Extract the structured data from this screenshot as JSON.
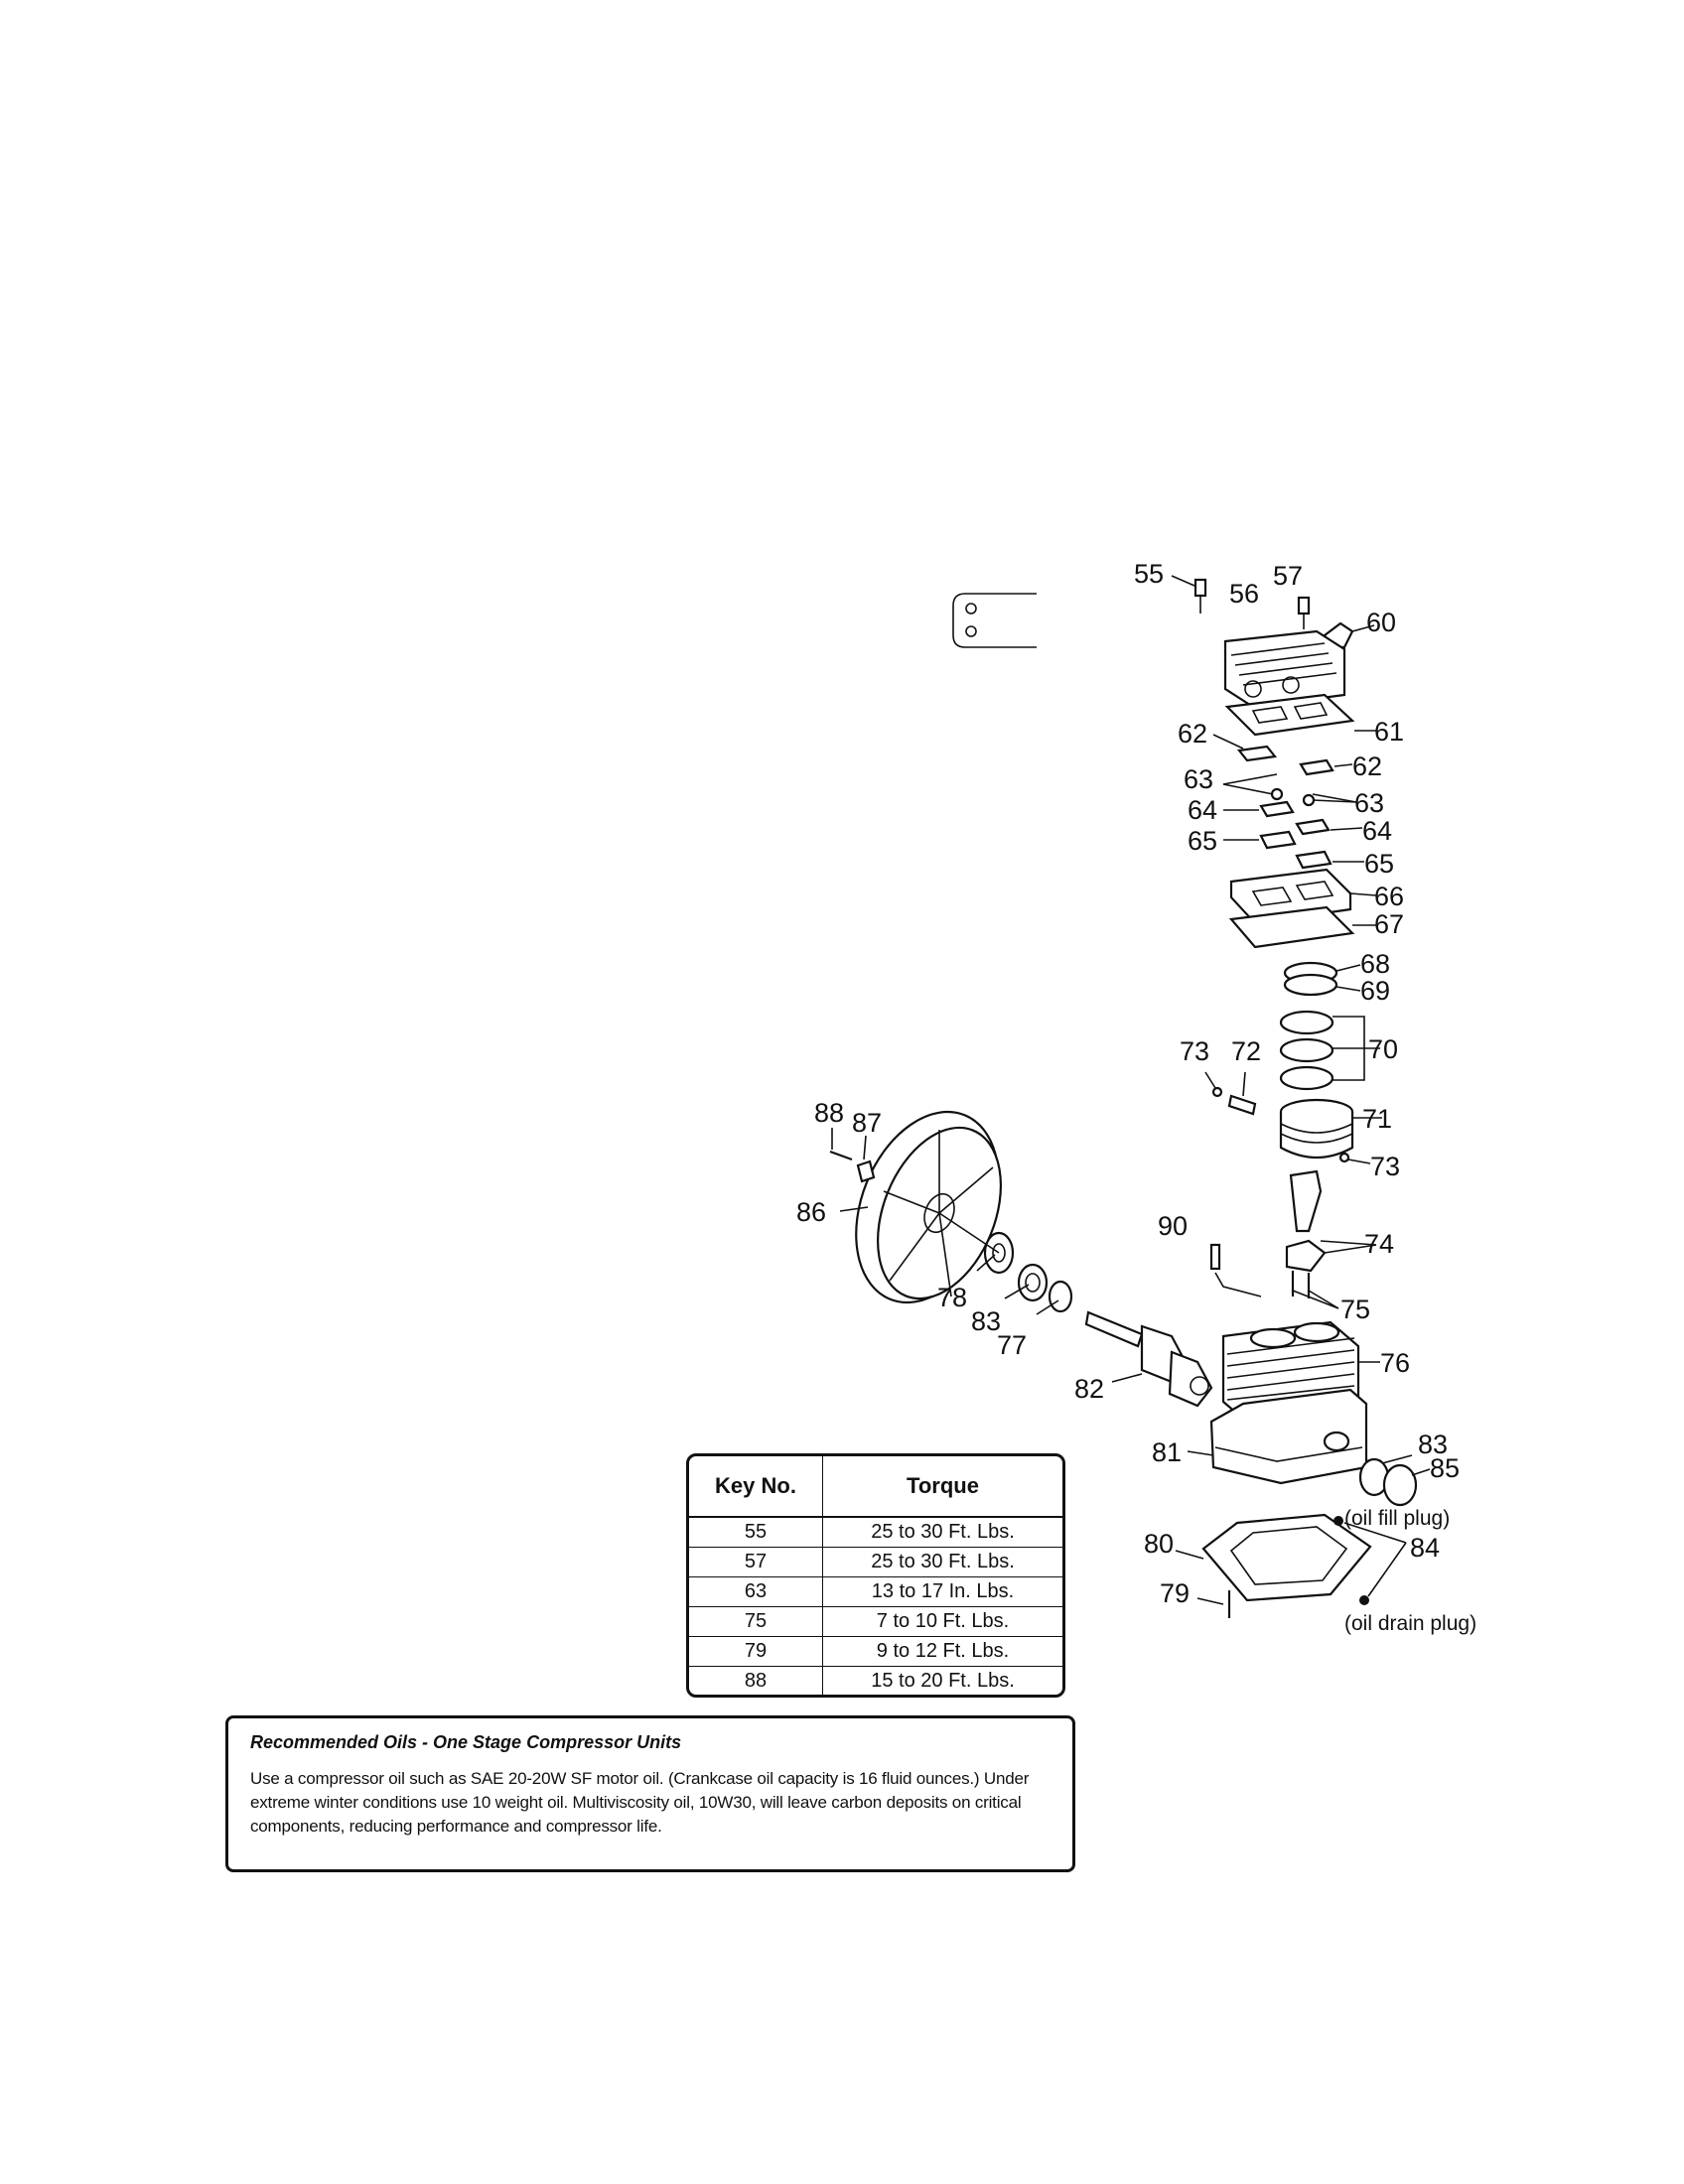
{
  "callouts": {
    "c55": "55",
    "c56": "56",
    "c57": "57",
    "c60": "60",
    "c61": "61",
    "c62a": "62",
    "c62b": "62",
    "c63a": "63",
    "c63b": "63",
    "c64a": "64",
    "c64b": "64",
    "c65a": "65",
    "c65b": "65",
    "c66": "66",
    "c67": "67",
    "c68": "68",
    "c69": "69",
    "c70": "70",
    "c71": "71",
    "c72": "72",
    "c73a": "73",
    "c73b": "73",
    "c74": "74",
    "c75": "75",
    "c76": "76",
    "c77": "77",
    "c78": "78",
    "c79": "79",
    "c80": "80",
    "c81": "81",
    "c82": "82",
    "c83a": "83",
    "c83b": "83",
    "c84": "84",
    "c85": "85",
    "c86": "86",
    "c87": "87",
    "c88": "88",
    "c90": "90"
  },
  "plug_labels": {
    "oil_fill": "(oil fill plug)",
    "oil_drain": "(oil drain plug)"
  },
  "torque_table": {
    "headers": [
      "Key No.",
      "Torque"
    ],
    "rows": [
      [
        "55",
        "25 to 30 Ft. Lbs."
      ],
      [
        "57",
        "25 to 30 Ft. Lbs."
      ],
      [
        "63",
        "13 to 17 In. Lbs."
      ],
      [
        "75",
        "7 to 10 Ft. Lbs."
      ],
      [
        "79",
        "9 to 12 Ft. Lbs."
      ],
      [
        "88",
        "15 to 20 Ft. Lbs."
      ]
    ]
  },
  "oil_note": {
    "title": "Recommended Oils - One Stage Compressor Units",
    "text": "Use a compressor oil such as SAE 20-20W SF motor oil. (Crankcase oil capacity is 16 fluid ounces.) Under extreme winter conditions use 10 weight oil. Multiviscosity oil, 10W30, will leave carbon deposits on critical components, reducing performance and compressor life."
  }
}
